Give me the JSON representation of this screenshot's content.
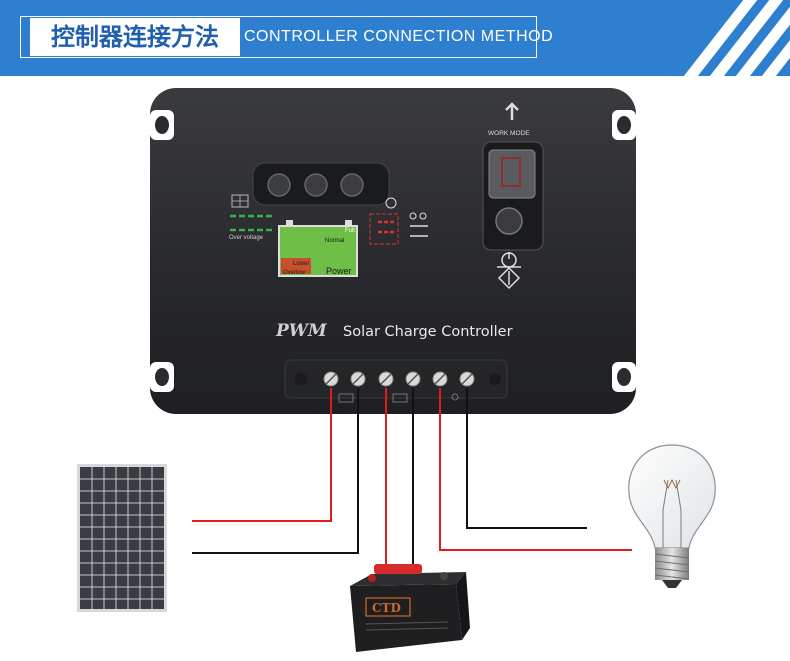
{
  "header": {
    "title_cn": "控制器连接方法",
    "title_en": "CONTROLLER CONNECTION METHOD",
    "background_color": "#2f7fd0"
  },
  "controller": {
    "brand": "PWM",
    "name": "Solar Charge Controller",
    "work_mode_label": "WORK MODE",
    "over_voltage_label": "Over voltage",
    "full_label": "Full",
    "normal_label": "Normal",
    "lower_label": "Lower",
    "overflow_label": "Overlow",
    "power_label": "Power",
    "body_color": "#2b2c2f"
  },
  "battery": {
    "label": "CTD"
  },
  "wires": {
    "positive_color": "#e01b1b",
    "negative_color": "#111111"
  },
  "icons": [
    "solar-panel-icon",
    "battery-icon",
    "light-bulb-icon",
    "power-icon"
  ]
}
